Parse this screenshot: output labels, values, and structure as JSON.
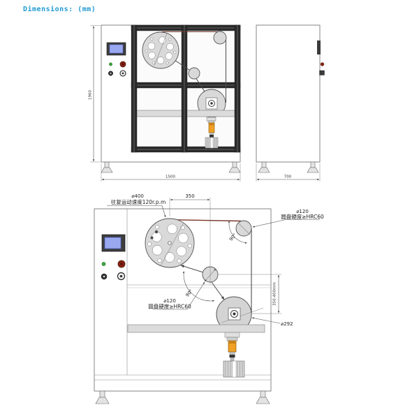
{
  "title": "Dimensions: (mm)",
  "colors": {
    "title_text": "#1f9ad2",
    "belt": "#7a3a2c",
    "actuator": "#f0a024",
    "screen": "#9aa9ef",
    "led_green": "#3fa33f",
    "button_red": "#8a2313"
  },
  "front_view": {
    "height_dim": "1960",
    "width_dim": "1500"
  },
  "side_view": {
    "depth_dim": "700"
  },
  "detail_view": {
    "center_distance_dim": "350",
    "height_range_dim": "350-400mm",
    "wheel_dia": "⌀292",
    "angle_top": "90°",
    "angle_mid": "90°",
    "disc_note_dia": "⌀400",
    "disc_note_speed": "往复运动速度120r.p.m",
    "pulley_top_dia": "⌀120",
    "pulley_top_hardness": "圆盘硬度≥HRC60",
    "pulley_mid_dia": "⌀120",
    "pulley_mid_hardness": "圆盘硬度≥HRC60"
  }
}
